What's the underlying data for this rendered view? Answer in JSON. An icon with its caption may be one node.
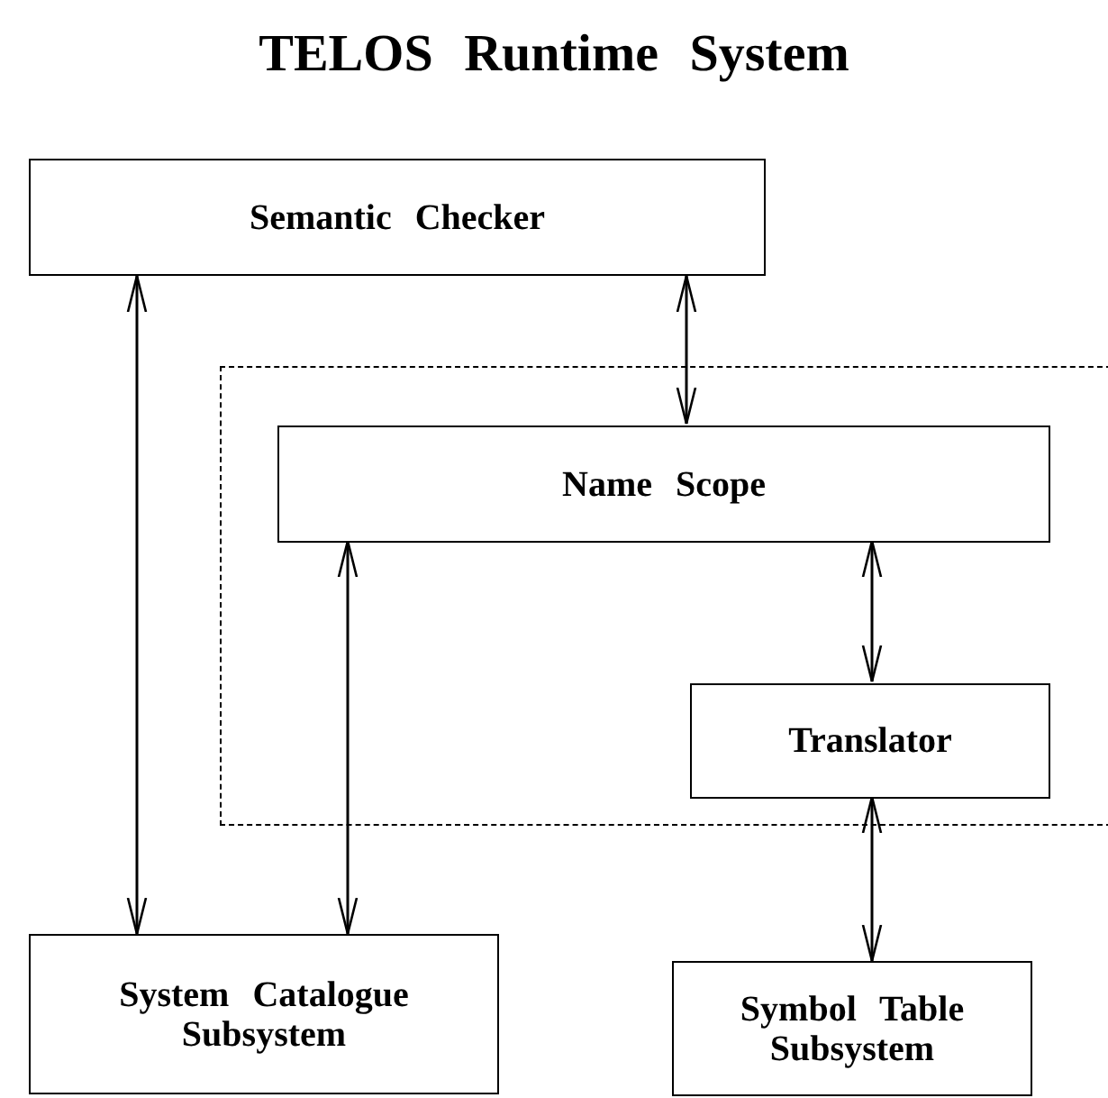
{
  "diagram": {
    "title": "TELOS Runtime System",
    "nodes": [
      {
        "text": [
          "Semantic Checker"
        ]
      },
      {
        "text": [],
        "shape": "box"
      },
      {
        "text": [
          "Name Scope"
        ],
        "in": 1
      },
      {
        "text": [
          "Translator"
        ],
        "in": 1
      },
      {
        "text": [
          "System Catalogue Subsystem"
        ]
      },
      {
        "text": [
          "Symbol Table Subsystem"
        ]
      }
    ],
    "edges": [
      {
        "from": 0,
        "to": 4,
        "arrow": "both"
      },
      {
        "from": 0,
        "to": 2,
        "arrow": "both"
      },
      {
        "from": 2,
        "to": 4,
        "arrow": "both"
      },
      {
        "from": 2,
        "to": 3,
        "arrow": "both"
      },
      {
        "from": 3,
        "to": 5,
        "arrow": "both"
      }
    ]
  }
}
